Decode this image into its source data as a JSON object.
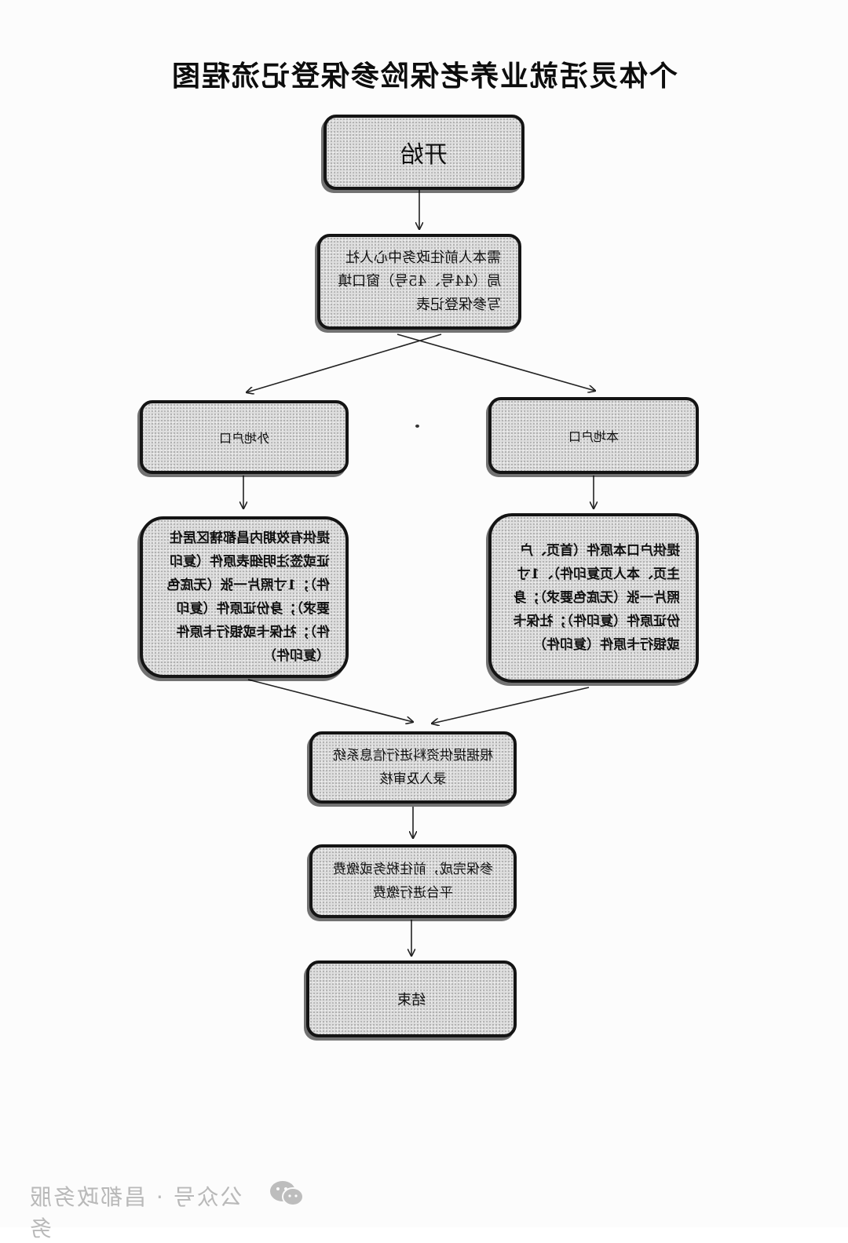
{
  "title": "个体灵活就业养老保险参保登记流程图",
  "nodes": {
    "start": "开始",
    "step1": "需本人前往政务中心人社局（44号、45号）窗口填写参保登记表",
    "nonlocal": "外地户口",
    "local": "本地户口",
    "nonlocal_docs": "提供有效期内昌都辖区居住证或签注明细表原件（复印件）；1寸照片一张（无底色要求）；身份证原件（复印件）；社保卡或银行卡原件（复印件）",
    "local_docs": "提供户口本原件（首页、户主页、本人页复印件）、1寸照片一张（无底色要求）；身份证原件（复印件）；社保卡或银行卡原件（复印件）",
    "review": "根据提供资料进行信息系统录入及审核",
    "pay": "参保完成，前往税务或缴费平台进行缴费",
    "end": "结束"
  },
  "watermark": "公众号 · 昌都政务服务"
}
